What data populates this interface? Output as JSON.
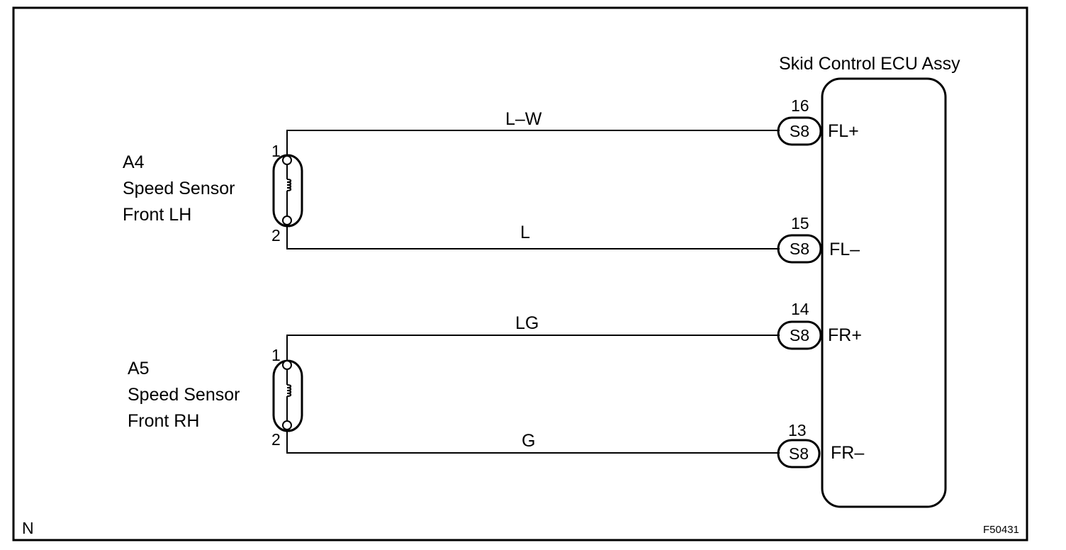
{
  "ecu": {
    "title": "Skid Control ECU Assy",
    "terminals": [
      {
        "pin": "16",
        "connector": "S8",
        "name": "FL+"
      },
      {
        "pin": "15",
        "connector": "S8",
        "name": "FL–"
      },
      {
        "pin": "14",
        "connector": "S8",
        "name": "FR+"
      },
      {
        "pin": "13",
        "connector": "S8",
        "name": "FR–"
      }
    ]
  },
  "sensors": [
    {
      "code": "A4",
      "name_line1": "Speed Sensor",
      "name_line2": "Front LH",
      "pin_top": "1",
      "pin_bottom": "2"
    },
    {
      "code": "A5",
      "name_line1": "Speed Sensor",
      "name_line2": "Front RH",
      "pin_top": "1",
      "pin_bottom": "2"
    }
  ],
  "wires": [
    "L–W",
    "L",
    "LG",
    "G"
  ],
  "footer": {
    "corner_left": "N",
    "figure_id": "F50431"
  }
}
